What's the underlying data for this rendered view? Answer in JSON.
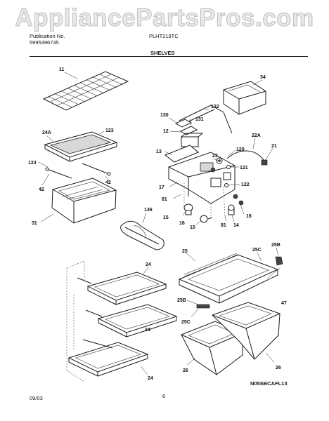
{
  "watermark": "AppliancePartsPros.com",
  "header": {
    "publication_label": "Publication No.",
    "publication_number": "5995396735",
    "model": "PLHT219TC",
    "section": "SHELVES"
  },
  "footer": {
    "date": "09/03",
    "page": "6",
    "diagram_code": "N05SBCAFL13"
  },
  "callouts": [
    "11",
    "34",
    "130",
    "132",
    "131",
    "12",
    "24A",
    "123",
    "13",
    "120",
    "22A",
    "21",
    "23",
    "121",
    "123",
    "42",
    "17",
    "122",
    "81",
    "42",
    "136",
    "15",
    "16",
    "18",
    "31",
    "15",
    "81",
    "14",
    "24",
    "25",
    "25C",
    "25B",
    "47",
    "25B",
    "25C",
    "24",
    "26",
    "26",
    "24"
  ]
}
